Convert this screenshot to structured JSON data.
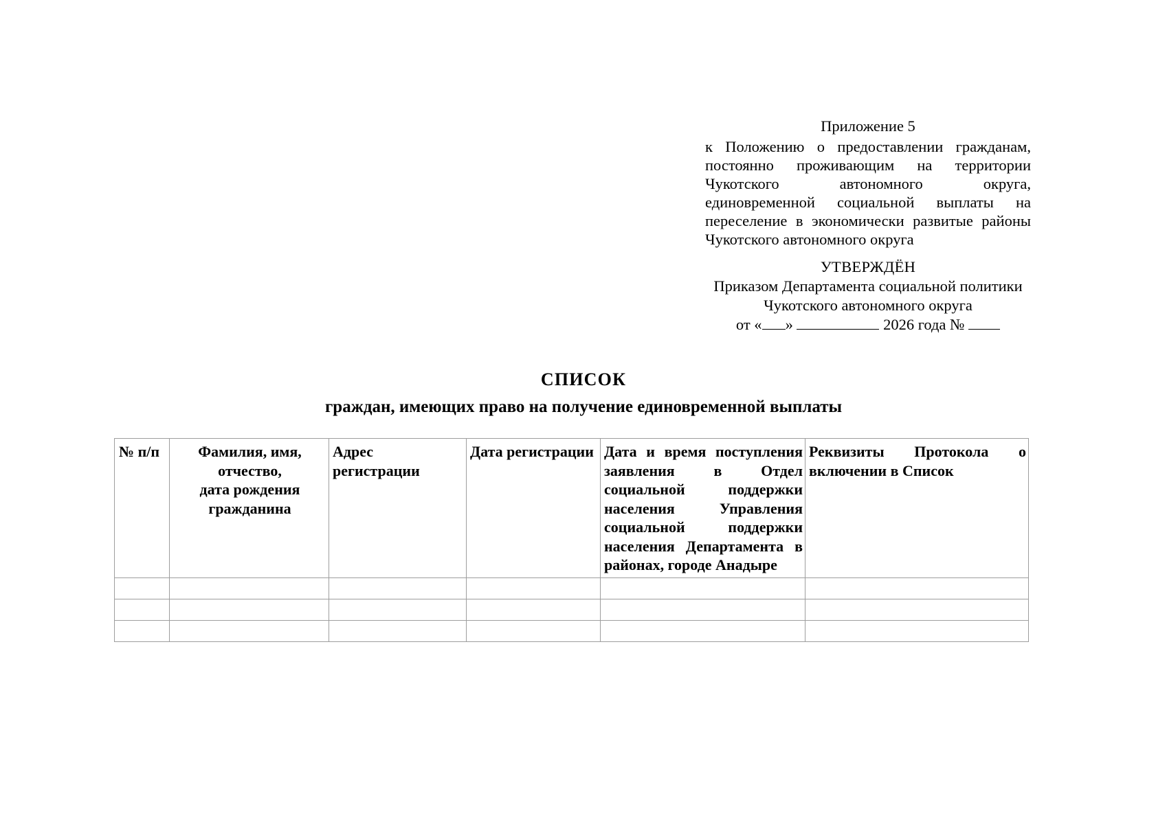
{
  "header": {
    "appendix": "Приложение 5",
    "regulation_paragraph": "к Положению о предоставлении гражданам, постоянно проживающим на территории Чукотского автономного округа, единовременной социальной выплаты на переселение в экономически развитые районы Чукотского автономного округа",
    "regulation_lines": [
      "к Положению о предоставлении гражданам,",
      "постоянно проживающим на территории",
      "Чукотского автономного округа,",
      "единовременной социальной выплаты на",
      "переселение в экономически развитые районы",
      "Чукотского автономного округа"
    ]
  },
  "approval": {
    "title": "УТВЕРЖДЁН",
    "line1": "Приказом Департамента социальной политики",
    "line2": "Чукотского автономного округа",
    "date_prefix": "от «",
    "date_suffix": "»",
    "year_text": "2026 года №",
    "full_date_line": "от «__» _________ 2026 года № ___"
  },
  "title": {
    "main": "СПИСОК",
    "sub": "граждан, имеющих право на получение единовременной выплаты"
  },
  "table": {
    "columns": [
      {
        "key": "num",
        "label": "№ п/п",
        "align": "left"
      },
      {
        "key": "fio",
        "label": "Фамилия, имя, отчество,\nдата рождения гражданина",
        "lines": [
          "Фамилия, имя,",
          "отчество,",
          "дата рождения",
          "гражданина"
        ],
        "align": "center"
      },
      {
        "key": "address",
        "label": "Адрес регистрации",
        "lines": [
          "Адрес",
          "регистрации"
        ],
        "align": "left"
      },
      {
        "key": "reg_date",
        "label": "Дата регистрации",
        "lines": [
          "Дата регистрации"
        ],
        "align": "left"
      },
      {
        "key": "submission",
        "label": "Дата и время поступления заявления в Отдел социальной поддержки населения Управления социальной поддержки населения Департамента в районах, городе Анадыре",
        "lines": [
          "Дата и время поступления",
          "заявления в Отдел",
          "социальной поддержки",
          "населения Управления",
          "социальной поддержки",
          "населения Департамента в",
          "районах, городе Анадыре"
        ],
        "align": "justify"
      },
      {
        "key": "protocol",
        "label": "Реквизиты Протокола о включении в Список",
        "lines": [
          "Реквизиты Протокола о",
          "включении в Список"
        ],
        "align": "justify"
      }
    ],
    "rows": [
      {
        "num": "",
        "fio": "",
        "address": "",
        "reg_date": "",
        "submission": "",
        "protocol": ""
      },
      {
        "num": "",
        "fio": "",
        "address": "",
        "reg_date": "",
        "submission": "",
        "protocol": ""
      },
      {
        "num": "",
        "fio": "",
        "address": "",
        "reg_date": "",
        "submission": "",
        "protocol": ""
      }
    ],
    "row_count": 3
  },
  "colors": {
    "text": "#000000",
    "background": "#ffffff",
    "border": "#9d9d9d"
  }
}
